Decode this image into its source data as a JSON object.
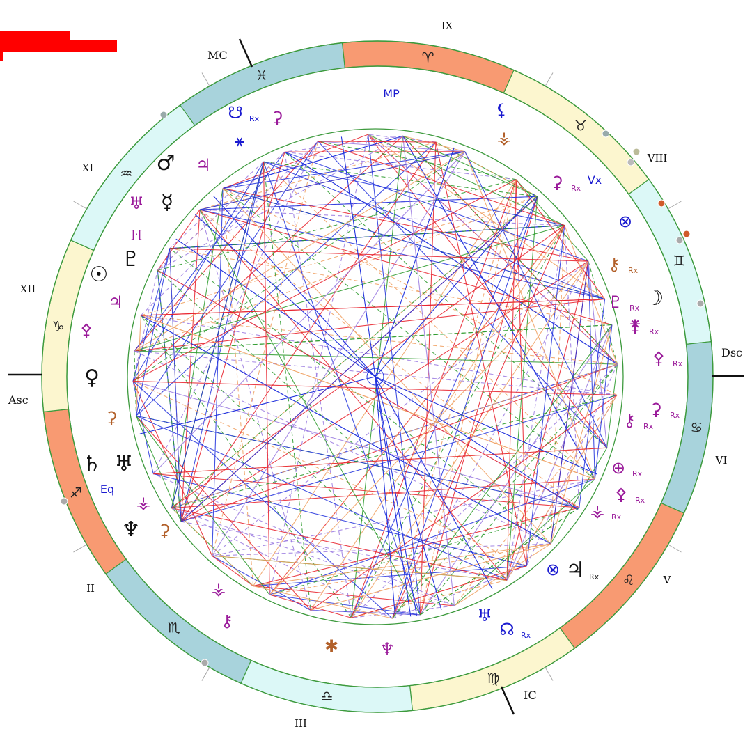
{
  "colors": {
    "fire": "#f89a72",
    "earth": "#fcf6cf",
    "air": "#dcf8f7",
    "water": "#a8d3dc",
    "ring_stroke": "#3d9a3d",
    "aspect_red": "#e8202a",
    "aspect_blue": "#2233dd",
    "aspect_green": "#2a9a2a",
    "aspect_orange": "#f0a060",
    "aspect_violet": "#9a7ae0",
    "personal_point": "#1a1ad0",
    "asteroid": "#9a1a9a",
    "centaur": "#b2602a",
    "planet": "#111111"
  },
  "angles": {
    "asc": "Asc",
    "mc": "MC",
    "dsc": "Dsc",
    "ic": "IC"
  },
  "signs": [
    {
      "name": "sagittarius",
      "glyph": "♐",
      "color": "fire"
    },
    {
      "name": "capricorn",
      "glyph": "♑",
      "color": "earth"
    },
    {
      "name": "aquarius",
      "glyph": "♒",
      "color": "air"
    },
    {
      "name": "pisces",
      "glyph": "♓",
      "color": "water"
    },
    {
      "name": "aries",
      "glyph": "♈",
      "color": "fire"
    },
    {
      "name": "taurus",
      "glyph": "♉",
      "color": "earth"
    },
    {
      "name": "gemini",
      "glyph": "♊",
      "color": "air"
    },
    {
      "name": "cancer",
      "glyph": "♋",
      "color": "water"
    },
    {
      "name": "leo",
      "glyph": "♌",
      "color": "fire"
    },
    {
      "name": "virgo",
      "glyph": "♍",
      "color": "earth"
    },
    {
      "name": "libra",
      "glyph": "♎",
      "color": "air"
    },
    {
      "name": "scorpio",
      "glyph": "♏",
      "color": "water"
    }
  ],
  "houses": [
    {
      "label": "II"
    },
    {
      "label": "III"
    },
    {
      "label": "V"
    },
    {
      "label": "VI"
    },
    {
      "label": "VIII"
    },
    {
      "label": "IX"
    },
    {
      "label": "XI"
    },
    {
      "label": "XII"
    }
  ],
  "points": [
    {
      "name": "south-node",
      "glyph": "☋",
      "rx": "Rx",
      "color": "personal_point"
    },
    {
      "name": "persephone",
      "glyph": "⚳",
      "color": "asteroid"
    },
    {
      "name": "libra-cusp",
      "glyph": "⚹",
      "color": "personal_point"
    },
    {
      "name": "mars",
      "glyph": "♂",
      "color": "planet"
    },
    {
      "name": "jupiter-hypothetical",
      "glyph": "♃",
      "color": "asteroid"
    },
    {
      "name": "poseidon",
      "glyph": "♅",
      "color": "asteroid"
    },
    {
      "name": "mercury",
      "glyph": "☿",
      "color": "planet"
    },
    {
      "name": "vesta",
      "glyph": "]·[",
      "color": "asteroid"
    },
    {
      "name": "sun",
      "glyph": "☉",
      "color": "planet"
    },
    {
      "name": "pluto",
      "glyph": "♇",
      "color": "planet"
    },
    {
      "name": "juno",
      "glyph": "♃",
      "color": "asteroid"
    },
    {
      "name": "pallas",
      "glyph": "⚴",
      "color": "asteroid"
    },
    {
      "name": "venus",
      "glyph": "♀",
      "color": "planet"
    },
    {
      "name": "ceres",
      "glyph": "⚳",
      "color": "centaur"
    },
    {
      "name": "saturn",
      "glyph": "♄",
      "color": "planet"
    },
    {
      "name": "uranus",
      "glyph": "♅",
      "color": "planet"
    },
    {
      "name": "equatorial-ascendant",
      "glyph": "Eq",
      "color": "personal_point"
    },
    {
      "name": "hygiea",
      "glyph": "⚶",
      "color": "asteroid"
    },
    {
      "name": "neptune",
      "glyph": "♆",
      "color": "planet"
    },
    {
      "name": "eris",
      "glyph": "⚳",
      "color": "centaur"
    },
    {
      "name": "sedna",
      "glyph": "⚶",
      "color": "asteroid"
    },
    {
      "name": "chiron-cross",
      "glyph": "⚷",
      "color": "asteroid"
    },
    {
      "name": "pholus",
      "glyph": "✱",
      "color": "centaur"
    },
    {
      "name": "nessus",
      "glyph": "♆",
      "color": "asteroid"
    },
    {
      "name": "uranus-hypothetical",
      "glyph": "♅",
      "color": "personal_point"
    },
    {
      "name": "north-node",
      "glyph": "☊",
      "rx": "Rx",
      "color": "personal_point"
    },
    {
      "name": "vulcan",
      "glyph": "⊗",
      "color": "personal_point"
    },
    {
      "name": "jupiter",
      "glyph": "♃",
      "rx": "Rx",
      "color": "planet"
    },
    {
      "name": "ixion",
      "glyph": "⊕",
      "rx": "Rx",
      "color": "asteroid"
    },
    {
      "name": "zeus",
      "glyph": "⚴",
      "rx": "Rx",
      "color": "asteroid"
    },
    {
      "name": "admetos",
      "glyph": "⚶",
      "rx": "Rx",
      "color": "asteroid"
    },
    {
      "name": "kronos",
      "glyph": "♇",
      "rx": "Rx",
      "color": "asteroid"
    },
    {
      "name": "chariklo",
      "glyph": "⚷",
      "rx": "Rx",
      "color": "centaur"
    },
    {
      "name": "cupido",
      "glyph": "⚳",
      "rx": "Rx",
      "color": "asteroid"
    },
    {
      "name": "moon",
      "glyph": "☽",
      "color": "planet"
    },
    {
      "name": "apollon",
      "glyph": "⚴",
      "rx": "Rx",
      "color": "asteroid"
    },
    {
      "name": "hades",
      "glyph": "⚷",
      "rx": "Rx",
      "color": "asteroid"
    },
    {
      "name": "vulkanus",
      "glyph": "⚵",
      "rx": "Rx",
      "color": "asteroid"
    },
    {
      "name": "fortune",
      "glyph": "⊗",
      "color": "personal_point"
    },
    {
      "name": "vertex",
      "glyph": "Vx",
      "color": "personal_point"
    },
    {
      "name": "eros",
      "glyph": "⚳",
      "rx": "Rx",
      "color": "asteroid"
    },
    {
      "name": "lilith",
      "glyph": "⚸",
      "color": "personal_point"
    },
    {
      "name": "psyche",
      "glyph": "⚶",
      "color": "centaur"
    },
    {
      "name": "meridian-point",
      "glyph": "MP",
      "color": "personal_point"
    }
  ],
  "aspect_lines": 260
}
